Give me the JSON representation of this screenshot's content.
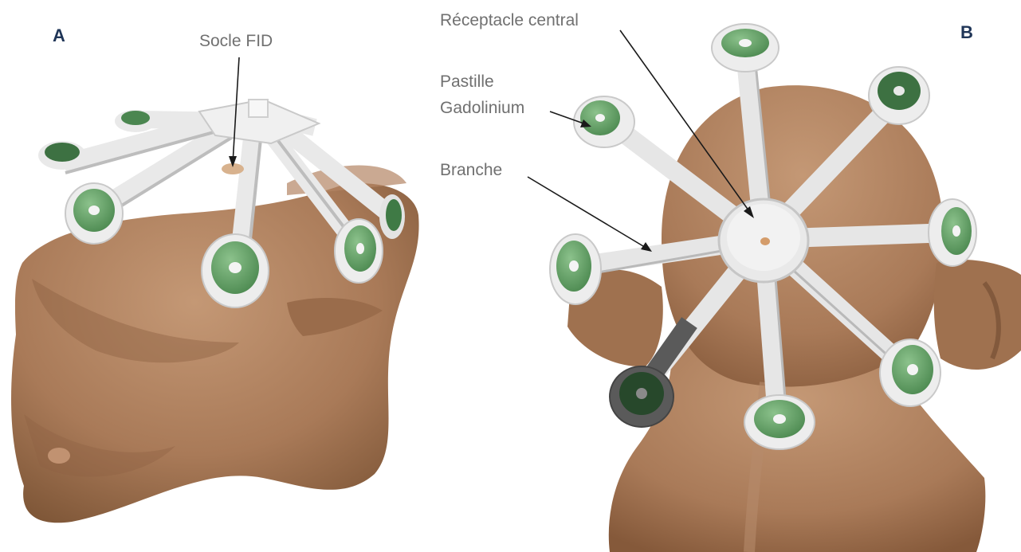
{
  "colors": {
    "panel_letter": "#1f3557",
    "callout_text": "#707070",
    "skin": "#a97a58",
    "skin_light": "#c49875",
    "skin_shadow": "#7e5637",
    "support_white": "#e9e9e9",
    "support_shadow": "#b5b5b5",
    "pad_green": "#5f9d62",
    "pad_green_dark": "#2f5e34",
    "pointer": "#1a1a1a"
  },
  "panels": [
    {
      "id": "A",
      "letter": "A",
      "callouts": [
        {
          "text": "Socle FID"
        }
      ]
    },
    {
      "id": "B",
      "letter": "B",
      "callouts": [
        {
          "text": "Réceptacle central"
        },
        {
          "text": "Pastille"
        },
        {
          "text": "Gadolinium"
        },
        {
          "text": "Branche"
        }
      ]
    }
  ]
}
